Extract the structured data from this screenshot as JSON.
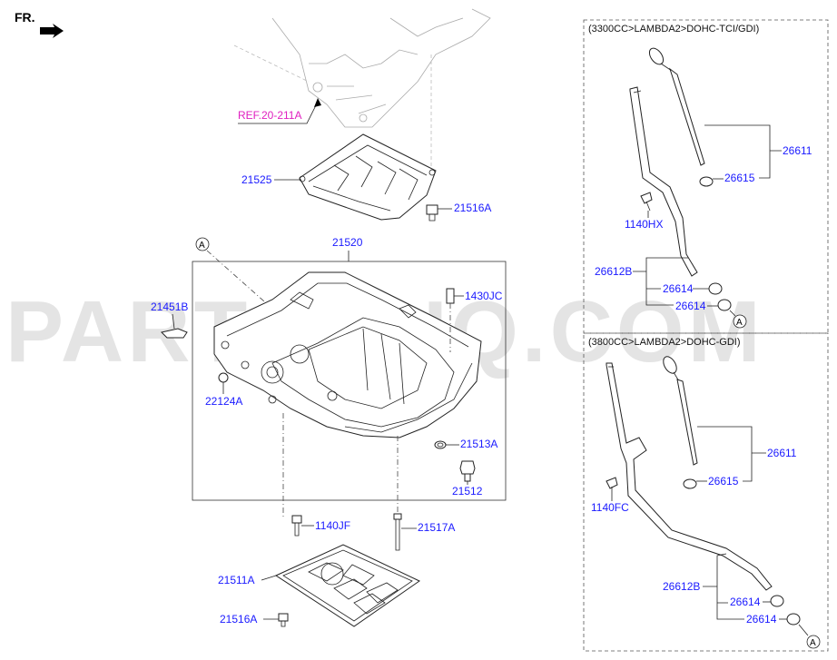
{
  "orientation": {
    "label": "FR."
  },
  "watermark": "PARTSOUQ.COM",
  "reference": {
    "label": "REF.20-211A"
  },
  "main_callouts": {
    "baffle": "21525",
    "baffle_bolt": "21516A",
    "oil_pan_upper": "21520",
    "stud": "1430JC",
    "bracket": "21451B",
    "plug": "22124A",
    "gasket_drain": "21513A",
    "drain_plug": "21512",
    "bolt_jf": "1140JF",
    "bolt_long": "21517A",
    "oil_pan_lower": "21511A",
    "lower_bolt": "21516A",
    "marker": "A"
  },
  "variant_tci": {
    "header": "(3300CC>LAMBDA2>DOHC-TCI/GDI)",
    "dipstick_assy": "26611",
    "oring_gauge": "26615",
    "bolt": "1140HX",
    "guide_assy": "26612B",
    "oring_1": "26614",
    "oring_2": "26614",
    "marker": "A"
  },
  "variant_gdi": {
    "header": "(3800CC>LAMBDA2>DOHC-GDI)",
    "dipstick_assy": "26611",
    "oring_gauge": "26615",
    "bolt": "1140FC",
    "guide_assy": "26612B",
    "oring_1": "26614",
    "oring_2": "26614",
    "marker": "A"
  }
}
